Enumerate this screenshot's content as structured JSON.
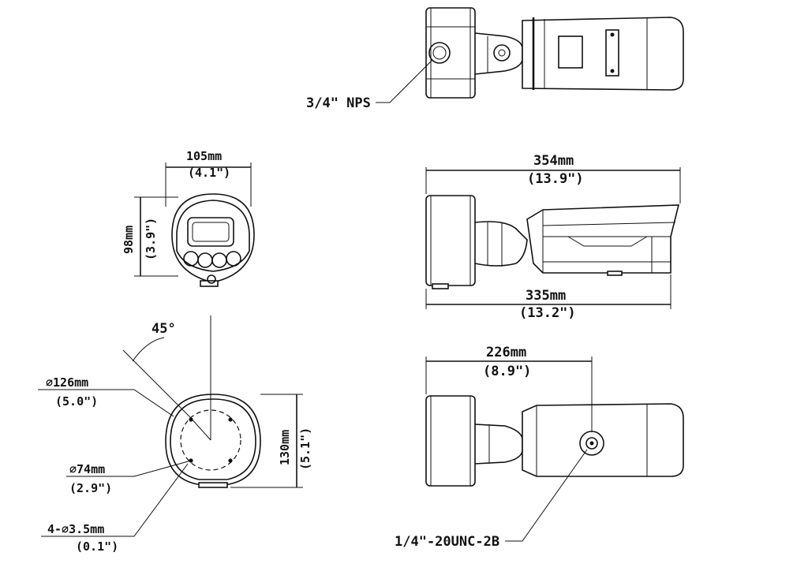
{
  "labels": {
    "nps": "3/4\" NPS",
    "front_width_mm": "105mm",
    "front_width_in": "(4.1\")",
    "front_height_mm": "98mm",
    "front_height_in": "(3.9\")",
    "side_length_mm": "354mm",
    "side_length_in": "(13.9\")",
    "side_base_mm": "335mm",
    "side_base_in": "(13.2\")",
    "angle": "45°",
    "base_dia_mm": "∅126mm",
    "base_dia_in": "(5.0\")",
    "bolt_circle_mm": "∅74mm",
    "bolt_circle_in": "(2.9\")",
    "holes_mm": "4-∅3.5mm",
    "holes_in": "(0.1\")",
    "base_height_mm": "130mm",
    "base_height_in": "(5.1\")",
    "bottom_length_mm": "226mm",
    "bottom_length_in": "(8.9\")",
    "thread": "1/4\"-20UNC-2B"
  }
}
